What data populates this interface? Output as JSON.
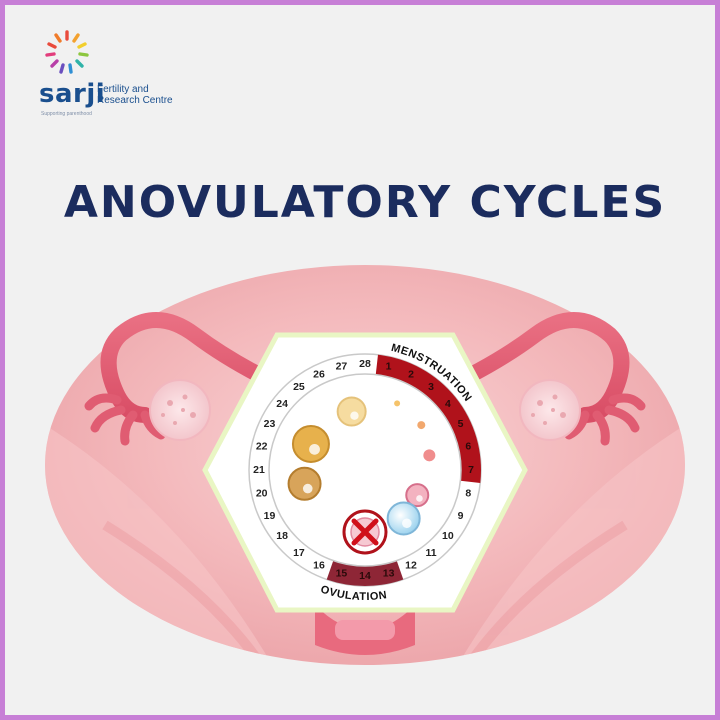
{
  "brand": {
    "name": "sarji",
    "subtitle_line1": "Fertility and",
    "subtitle_line2": "Research Centre",
    "tagline": "Supporting parenthood"
  },
  "headline": "ANOVULATORY CYCLES",
  "cycle": {
    "menstruation_label": "MENSTRUATION",
    "ovulation_label": "OVULATION",
    "days": [
      "1",
      "2",
      "3",
      "4",
      "5",
      "6",
      "7",
      "8",
      "9",
      "10",
      "11",
      "12",
      "13",
      "14",
      "15",
      "16",
      "17",
      "18",
      "19",
      "20",
      "21",
      "22",
      "23",
      "24",
      "25",
      "26",
      "27",
      "28"
    ],
    "menstruation_days": [
      1,
      2,
      3,
      4,
      5,
      6,
      7
    ],
    "ovulation_days": [
      13,
      14,
      15
    ],
    "crossed_day": 14
  },
  "colors": {
    "frame": "#c77fd6",
    "title": "#1b2c5e",
    "brand": "#1a4f8e",
    "menstruation": "#b0121b",
    "ovulation": "#8e2636",
    "uterus": "#e2697a"
  },
  "icons": [
    "sunburst-logo-icon",
    "ovary-left-icon",
    "ovary-right-icon",
    "follicle-icon",
    "crossed-egg-icon"
  ]
}
